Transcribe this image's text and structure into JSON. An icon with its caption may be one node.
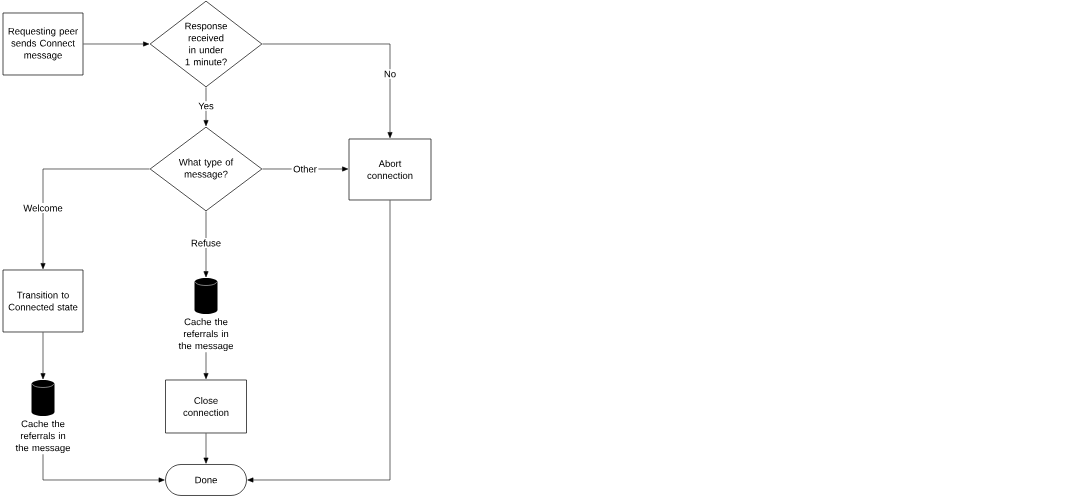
{
  "diagram": {
    "nodes": [
      {
        "text": [
          "Requesting peer sends Connect message"
        ]
      },
      {
        "text": [
          "Response received in under 1 minute?"
        ]
      },
      {
        "text": [
          "What type of message?"
        ]
      },
      {
        "text": [
          "Abort connection"
        ]
      },
      {
        "text": [
          "Transition to Connected state"
        ]
      },
      {
        "text": [],
        "shape": "cylinder",
        "beside": [
          "Cache the referrals in the message"
        ]
      },
      {
        "text": [],
        "shape": "cylinder",
        "beside": [
          "Cache the referrals in the message"
        ]
      },
      {
        "text": [
          "Close connection"
        ]
      },
      {
        "text": [
          "Done"
        ]
      }
    ],
    "edges": [
      {
        "from": 0,
        "to": 1,
        "arrow": "to"
      },
      {
        "from": 1,
        "to": 3,
        "arrow": "to",
        "label": "No"
      },
      {
        "from": 1,
        "to": 2,
        "arrow": "to",
        "label": "Yes"
      },
      {
        "from": 2,
        "to": 3,
        "arrow": "to",
        "label": "Other"
      },
      {
        "from": 2,
        "to": 4,
        "arrow": "to",
        "label": "Welcome"
      },
      {
        "from": 2,
        "to": 5,
        "arrow": "to",
        "label": "Refuse"
      },
      {
        "from": 4,
        "to": 6,
        "arrow": "to"
      },
      {
        "from": 5,
        "to": 7,
        "arrow": "to"
      },
      {
        "from": 7,
        "to": 8,
        "arrow": "to"
      },
      {
        "from": 6,
        "to": 8,
        "arrow": "to"
      },
      {
        "from": 3,
        "to": 8,
        "arrow": "to"
      }
    ]
  }
}
